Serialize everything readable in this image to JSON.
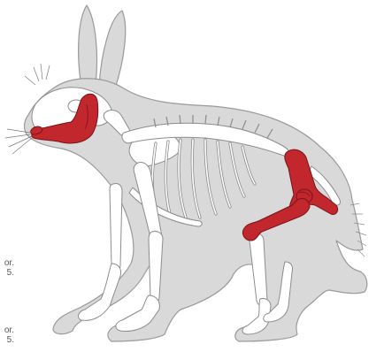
{
  "colors": {
    "background": "#ffffff",
    "body_fill": "#d9d9d9",
    "body_outline": "#9a9a9a",
    "bone_fill": "#ffffff",
    "bone_outline": "#8c8c8c",
    "highlight_fill": "#c1272d",
    "highlight_outline": "#7a1418",
    "caption_text": "#555555"
  },
  "captions": [
    {
      "line1": "or.",
      "line2": "5."
    },
    {
      "line1": "or.",
      "line2": "5."
    }
  ],
  "icons": [
    "rabbit-silhouette",
    "skeleton"
  ]
}
